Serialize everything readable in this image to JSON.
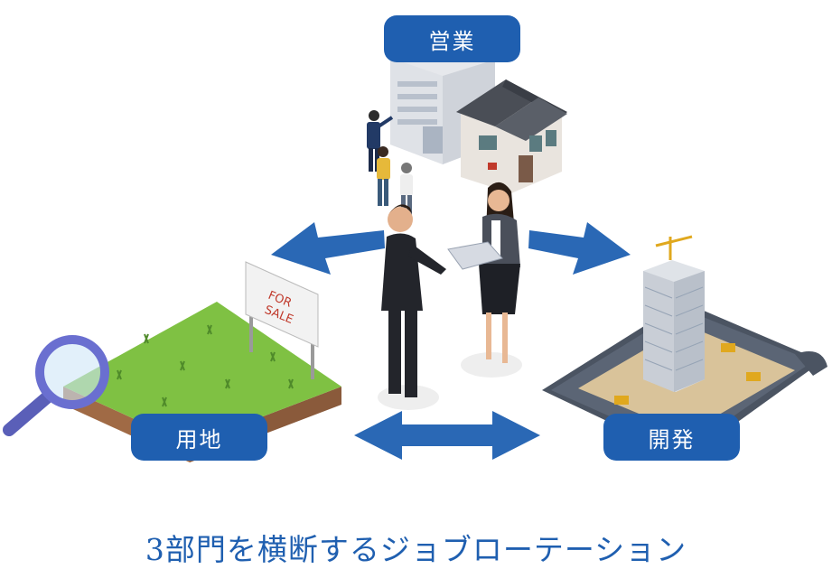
{
  "labels": {
    "sales": "営業",
    "land": "用地",
    "development": "開発"
  },
  "sign": {
    "line1": "FOR",
    "line2": "SALE"
  },
  "caption": "3部門を横断するジョブローテーション",
  "colors": {
    "accent": "#1f5fb0",
    "grass": "#7fc143",
    "soil": "#8a5a3b",
    "pill_text": "#ffffff"
  }
}
